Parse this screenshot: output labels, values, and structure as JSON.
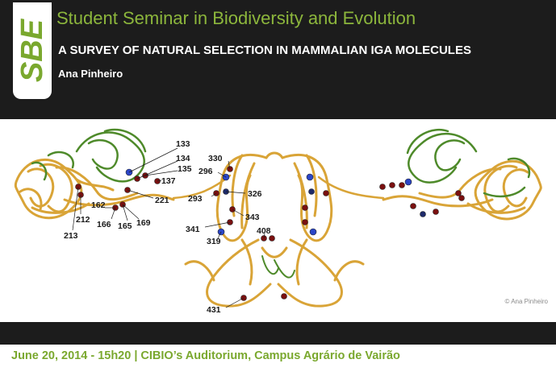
{
  "header": {
    "logo_text": "SBE",
    "series_title": "Student Seminar in Biodiversity and Evolution",
    "talk_title": "A SURVEY OF NATURAL SELECTION IN MAMMALIAN IGA MOLECULES",
    "speaker": "Ana Pinheiro"
  },
  "figure": {
    "residue_labels": [
      "133",
      "134",
      "135",
      "137",
      "221",
      "162",
      "212",
      "213",
      "166",
      "165",
      "169",
      "330",
      "296",
      "293",
      "326",
      "341",
      "343",
      "319",
      "408",
      "431"
    ],
    "credit": "© Ana Pinheiro"
  },
  "footer": {
    "event_info": "June 20, 2014 - 15h20 | CIBIO’s Auditorium, Campus Agrário de Vairão"
  },
  "colors": {
    "background_dark": "#1c1c1c",
    "accent_green": "#8cb63c",
    "strand_gold": "#d9a437",
    "strand_green": "#4e8a2a",
    "residue_red": "#7a1010",
    "residue_blue": "#2b46c8"
  }
}
